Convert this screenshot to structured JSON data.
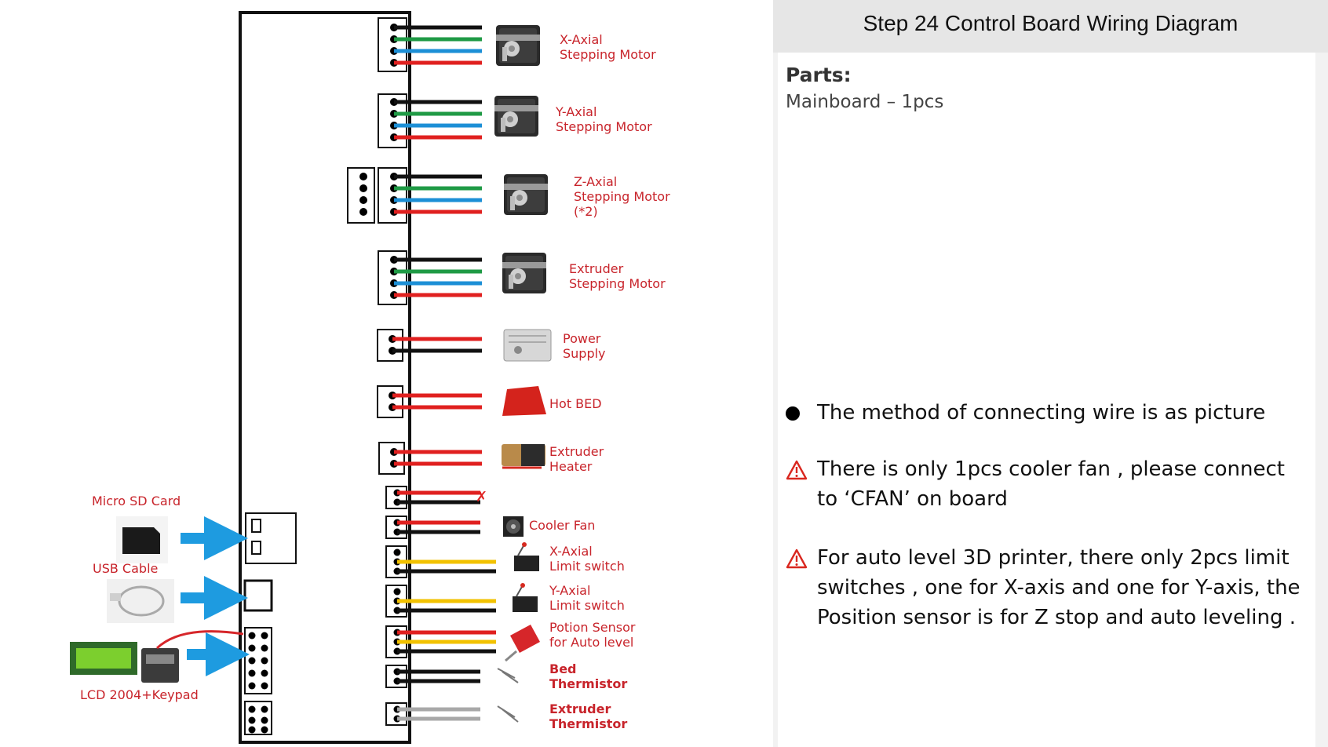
{
  "diagram": {
    "labels": {
      "x_motor": [
        "X-Axial",
        "Stepping  Motor"
      ],
      "y_motor": [
        "Y-Axial",
        "Stepping  Motor"
      ],
      "z_motor": [
        "Z-Axial",
        "Stepping  Motor",
        "(*2)"
      ],
      "e_motor": [
        "Extruder",
        "Stepping  Motor"
      ],
      "power": [
        "Power",
        "Supply"
      ],
      "hotbed": "Hot   BED",
      "ext_heater": [
        "Extruder",
        "Heater"
      ],
      "cooler_fan": "Cooler Fan",
      "x_limit": [
        "X-Axial",
        "Limit switch"
      ],
      "y_limit": [
        "Y-Axial",
        "Limit switch"
      ],
      "sensor": [
        "Potion Sensor",
        "for Auto level"
      ],
      "bed_therm": [
        "Bed",
        "Thermistor"
      ],
      "ext_therm": [
        "Extruder",
        "Thermistor"
      ],
      "micro_sd": "Micro SD Card",
      "usb": "USB Cable",
      "lcd": "LCD 2004+Keypad"
    },
    "colors": {
      "red_label": "#c8242b",
      "wire_black": "#111111",
      "wire_green": "#1f9a45",
      "wire_blue": "#1c8fd6",
      "wire_red": "#e0201f",
      "wire_yellow": "#f2c200",
      "wire_gray": "#a8a8a8",
      "arrow_blue": "#1e9be0"
    }
  },
  "panel": {
    "title": "Step 24  Control Board Wiring Diagram",
    "parts_heading": "Parts:",
    "parts_item": "Mainboard – 1pcs",
    "notes": [
      {
        "icon": "bullet-icon",
        "text": "The method of connecting wire is as picture"
      },
      {
        "icon": "warning-icon",
        "text": "There is only 1pcs cooler fan , please connect to ‘CFAN’ on board"
      },
      {
        "icon": "warning-icon",
        "text": "For auto level 3D printer, there only 2pcs limit switches , one for X-axis and one for Y-axis, the Position sensor is for Z stop and auto leveling ."
      }
    ]
  }
}
